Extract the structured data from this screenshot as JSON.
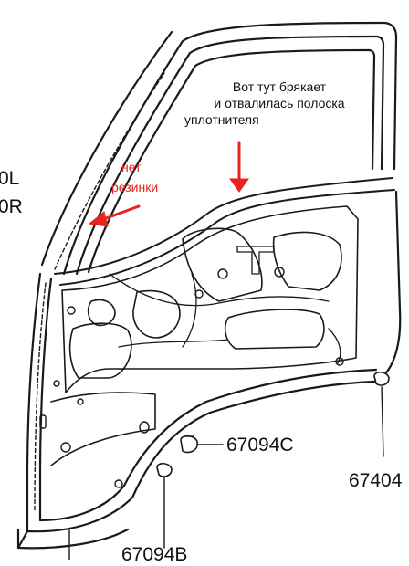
{
  "annotations": {
    "rattle_note": [
      "Вот тут брякает",
      "и отвалилась полоска",
      "уплотнителя"
    ],
    "no_rubber_note": [
      "нет",
      "резинки"
    ],
    "annotation_color": "#e8231f"
  },
  "part_numbers": {
    "clip_c": "67094C",
    "clip_b": "67094B",
    "plug_right": "67404"
  },
  "edge_labels": {
    "left_top": "0L",
    "left_bottom": "0R"
  }
}
